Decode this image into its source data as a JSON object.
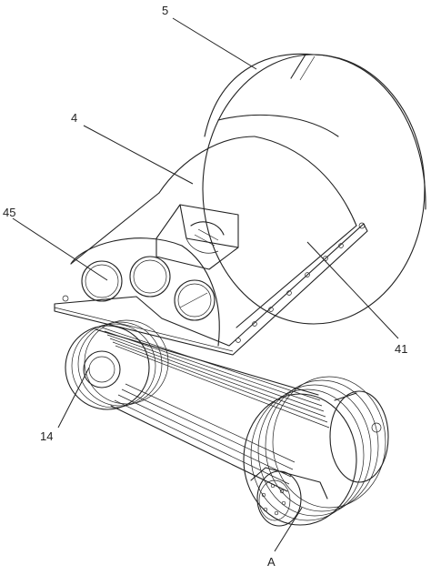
{
  "labels": {
    "l5": "5",
    "l4": "4",
    "l45": "45",
    "l41": "41",
    "l14": "14",
    "lA": "A"
  }
}
